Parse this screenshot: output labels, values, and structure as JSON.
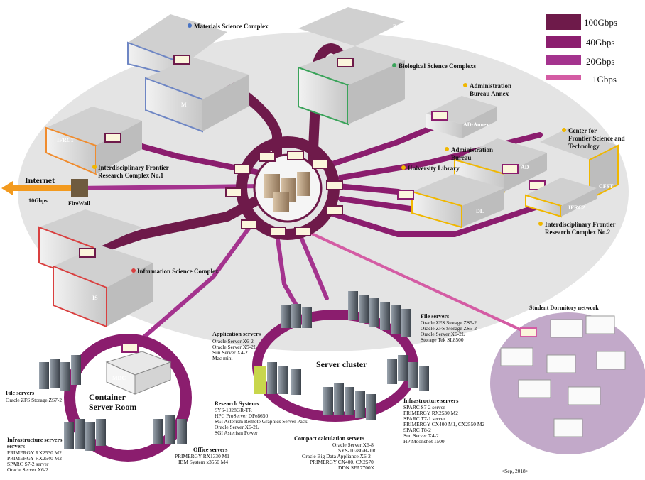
{
  "legend": {
    "items": [
      {
        "label": "100Gbps",
        "color": "#6e1a4a"
      },
      {
        "label": "40Gbps",
        "color": "#8b1d6e"
      },
      {
        "label": "20Gbps",
        "color": "#a4338e"
      },
      {
        "label": "1Gbps",
        "color": "#d45ca4"
      }
    ]
  },
  "internet": {
    "label": "Internet",
    "speed": "10Gbps",
    "firewall": "FireWall"
  },
  "buildings": {
    "materials": "Materials Science Complex",
    "biological": "Biological Science Complexs",
    "admin_annex": [
      "Administration",
      "Bureau Annex"
    ],
    "admin_bureau": [
      "Administration",
      "Bureau"
    ],
    "cfst": [
      "Center for",
      "Frontier Science and",
      "Technology"
    ],
    "library": "University Library",
    "ifrc1": [
      "Interdisciplinary Frontier",
      "Research Complex No.1"
    ],
    "ifrc2": [
      "Interdisciplinary Frontier",
      "Research Complex No.2"
    ],
    "information": "Information Science Complex",
    "dormitory": "Student Dormitory network"
  },
  "building_tags": {
    "m": "M",
    "ifrc1": "IFRC1",
    "is": "IS",
    "b": "B",
    "ad_annex": "AD-Annex",
    "ad": "AD",
    "cfst": "CFST",
    "dl": "DL",
    "ifrc2": "IFRC2",
    "mdc": "MDC"
  },
  "rooms": {
    "container": [
      "Container",
      "Server Room"
    ],
    "cluster": "Server cluster"
  },
  "server_groups": {
    "file_servers_cluster": {
      "title": "File servers",
      "items": [
        "Oracle ZFS Storage ZS5-2",
        "Oracle ZFS Storage ZS5-2",
        "Oracle Server X6-2L",
        "Storage Tek SL8500"
      ]
    },
    "application_servers": {
      "title": "Application servers",
      "items": [
        "Oracle Server X6-2",
        "Oracle Server X5-2L",
        "Sun Server X4-2",
        "Mac mini"
      ]
    },
    "research_systems": {
      "title": "Research Systems",
      "items": [
        "SYS-1028GR-TR",
        "HPC ProServer DPe8650",
        "SGI Asterism Remote Graphics Server Pack",
        "Oracle Server X6-2L",
        "SGI Asterism Power"
      ]
    },
    "infra_cluster": {
      "title": "Infrastructure servers",
      "items": [
        "SPARC S7-2 server",
        "PRIMERGY RX2530 M2",
        "SPARC T7-1 server",
        "PRIMERGY CX400 M1, CX2550 M2",
        "SPARC T8-2",
        "Sun Server X4-2",
        "HP Moonshot 1500"
      ]
    },
    "compact": {
      "title": "Compact calculation servers",
      "items": [
        "Oracle Server X6-8",
        "SYS-1028GR-TR",
        "Oracle Big Data Appliance X6-2",
        "PRIMERGY CX400, CX2570",
        "DDN SFA7700X"
      ]
    },
    "file_servers_container": {
      "title": "File servers",
      "items": [
        "Oracle ZFS Storage ZS7-2"
      ]
    },
    "infra_container": {
      "title": "Infrastructure servers",
      "items": [
        "PRIMERGY RX2530 M2",
        "PRIMERGY RX2540 M2",
        "SPARC S7-2 server",
        "Oracle Server X6-2"
      ]
    },
    "office": {
      "title": "Office servers",
      "items": [
        "PRIMERGY RX1330 M1",
        "IBM System x3550 M4"
      ]
    }
  },
  "date": "<Sep, 2018>"
}
